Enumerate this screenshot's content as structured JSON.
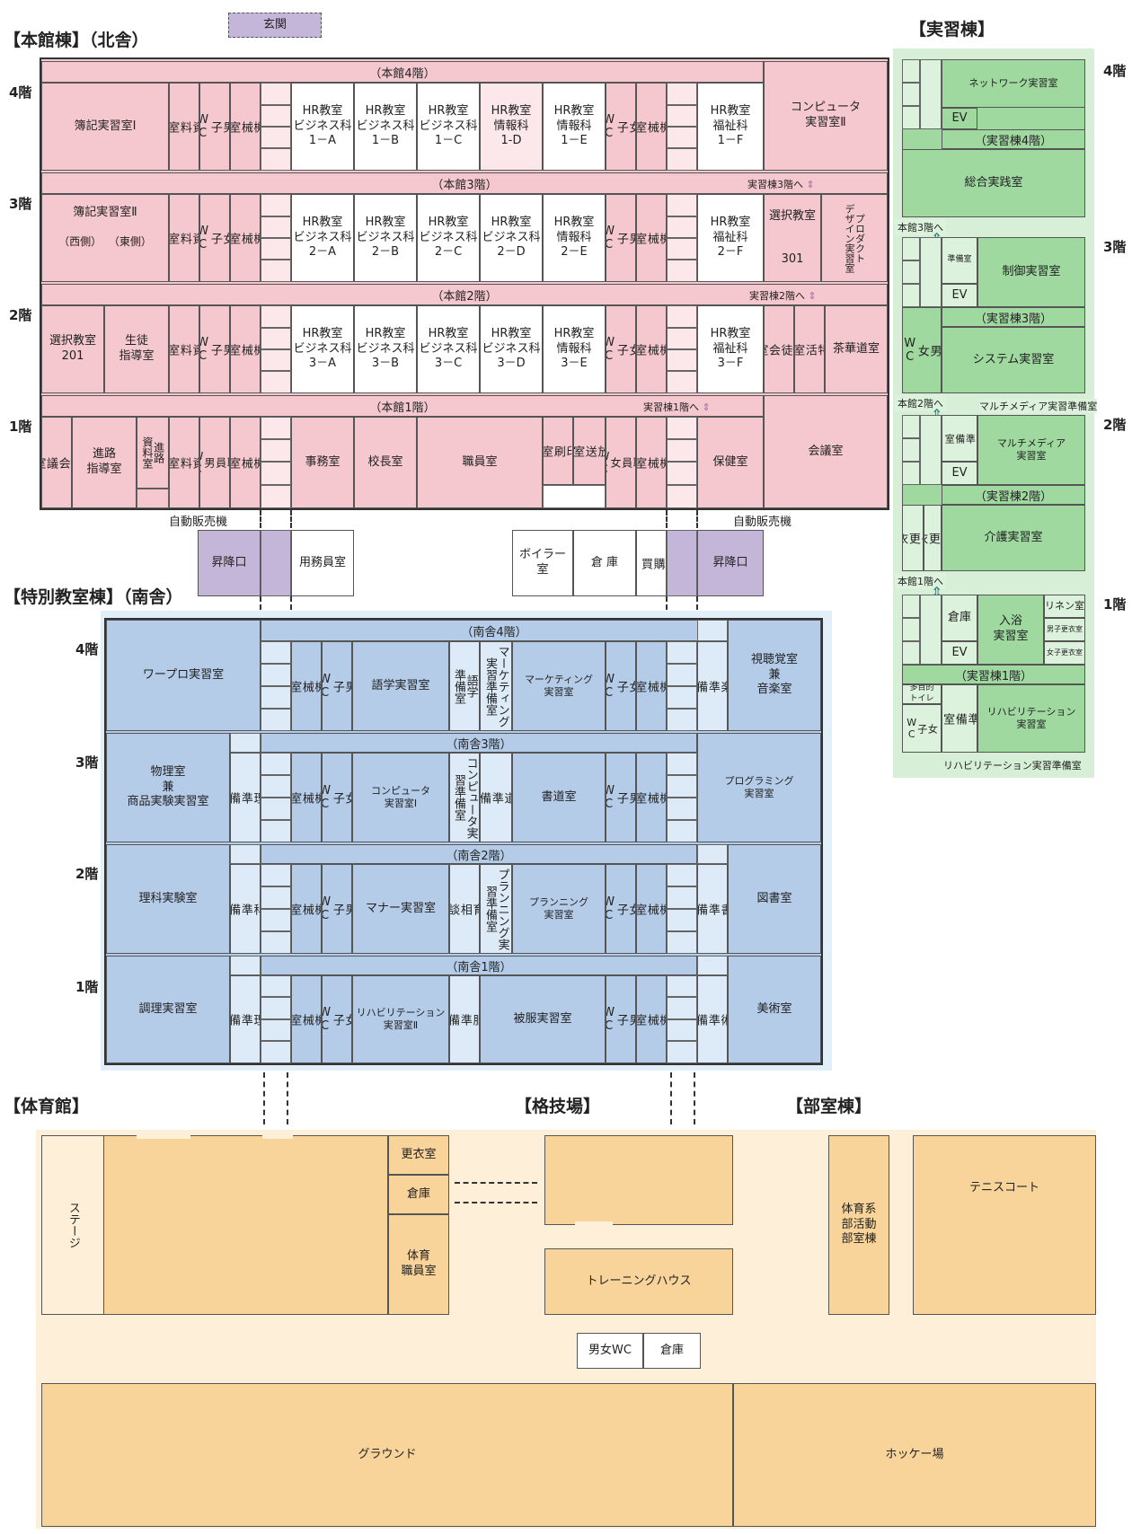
{
  "headings": {
    "main": "【本館棟】（北舎）",
    "practice": "【実習棟】",
    "special": "【特別教室棟】（南舎）",
    "gym": "【体育館】",
    "dojo": "【格技場】",
    "club": "【部室棟】",
    "entrance": "玄関"
  },
  "floors": {
    "f4": "4階",
    "f3": "3階",
    "f2": "2階",
    "f1": "1階"
  },
  "main": {
    "f4": {
      "band": "（本館4階）",
      "boki1": "簿記実習室Ⅰ",
      "shiryo": "資\n料\n室",
      "male_wc": "男\n子\nWC",
      "kikai": "機\n械\n室",
      "hr": [
        {
          "a": "HR教室",
          "b": "ビジネス科",
          "c": "1－A"
        },
        {
          "a": "HR教室",
          "b": "ビジネス科",
          "c": "1－B"
        },
        {
          "a": "HR教室",
          "b": "ビジネス科",
          "c": "1－C"
        },
        {
          "a": "HR教室",
          "b": "情報科",
          "c": "1-D"
        },
        {
          "a": "HR教室",
          "b": "情報科",
          "c": "1－E"
        }
      ],
      "female_wc": "女\n子\nWC",
      "kikai2": "機\n械\n室",
      "hr_f": {
        "a": "HR教室",
        "b": "福祉科",
        "c": "1－F"
      },
      "computer2": "コンピュータ\n実習室Ⅱ"
    },
    "f3": {
      "band": "（本館3階）",
      "link": "実習棟3階へ",
      "boki2": "簿記実習室Ⅱ",
      "west": "（西側）",
      "east": "（東側）",
      "shiryo": "資\n料\n室",
      "female_wc": "女\n子\nWC",
      "kikai": "機\n械\n室",
      "hr": [
        {
          "a": "HR教室",
          "b": "ビジネス科",
          "c": "2－A"
        },
        {
          "a": "HR教室",
          "b": "ビジネス科",
          "c": "2－B"
        },
        {
          "a": "HR教室",
          "b": "ビジネス科",
          "c": "2－C"
        },
        {
          "a": "HR教室",
          "b": "ビジネス科",
          "c": "2－D"
        },
        {
          "a": "HR教室",
          "b": "情報科",
          "c": "2－E"
        }
      ],
      "male_wc": "男\n子\nWC",
      "kikai2": "機\n械\n室",
      "hr_f": {
        "a": "HR教室",
        "b": "福祉科",
        "c": "2－F"
      },
      "sentaku": "選択教室",
      "sentaku_no": "301",
      "product": "プロダクト\nデザイン実習室"
    },
    "f2": {
      "band": "（本館2階）",
      "link": "実習棟2階へ",
      "sentaku201": "選択教室\n201",
      "seito": "生徒\n指導室",
      "shiryo": "資\n料\n室",
      "male_wc": "男\n子\nWC",
      "kikai": "機\n械\n室",
      "hr": [
        {
          "a": "HR教室",
          "b": "ビジネス科",
          "c": "3－A"
        },
        {
          "a": "HR教室",
          "b": "ビジネス科",
          "c": "3－B"
        },
        {
          "a": "HR教室",
          "b": "ビジネス科",
          "c": "3－C"
        },
        {
          "a": "HR教室",
          "b": "ビジネス科",
          "c": "3－D"
        },
        {
          "a": "HR教室",
          "b": "情報科",
          "c": "3－E"
        }
      ],
      "female_wc": "女\n子\nWC",
      "kikai2": "機\n械\n室",
      "hr_f": {
        "a": "HR教室",
        "b": "福祉科",
        "c": "3－F"
      },
      "seitokai": "生\n徒\n会\n室",
      "tokkatsu": "特\n活\n室",
      "sado": "茶華道室"
    },
    "f1": {
      "band": "（本館1階）",
      "link": "実習棟1階へ",
      "kaigi_s": "小\n会\n議\n室",
      "shinro": "進路\n指導室",
      "shinro_shiryo": "進路\n資料室",
      "shiryo": "資\n料\n室",
      "staff_male": "職\n員\n男\nWC",
      "kikai": "機\n械\n室",
      "jimu": "事務室",
      "kocho": "校長室",
      "shokuin": "職員室",
      "insatsu": "印\n刷\n室",
      "hoso": "放\n送\n室",
      "staff_female": "職\n員\n女\nWC",
      "kikai2": "機\n械\n室",
      "hoken": "保健室",
      "kaigi": "会議室"
    },
    "vending1": "自動販売機",
    "vending2": "自動販売機",
    "lift1": "昇降口",
    "yomu": "用務員室",
    "boiler": "ボイラー\n室",
    "soko": "倉 庫",
    "kobai": "購\n買",
    "lift2": "昇降口"
  },
  "special": {
    "f4": {
      "band": "（南舎4階）",
      "wapuro": "ワープロ実習室",
      "kikai": "機\n械\n室",
      "male_wc": "男\n子\nWC",
      "gogaku": "語学実習室",
      "gogaku_jun": "語学\n準備室",
      "marke_jun": "マーケティング\n実習準備室",
      "marketing": "マーケティング\n実習室",
      "female_wc": "女\n子\nWC",
      "kikai2": "機\n械\n室",
      "ongaku_jun": "音\n楽\n準\n備\n室",
      "shichokaku": "視聴覚室\n兼\n音楽室"
    },
    "f3": {
      "band": "（南舎3階）",
      "butsuri": "物理室\n兼\n商品実験実習室",
      "butsuri_jun": "物\n理\n準\n備\n室",
      "kikai": "機\n械\n室",
      "female_wc": "女\n子\nWC",
      "computer1": "コンピュータ\n実習室Ⅰ",
      "comp_jun": "コンピュータ実\n習準備室",
      "shodo_jun": "書\n道\n準\n備\n室",
      "shodo": "書道室",
      "male_wc": "男\n子\nWC",
      "kikai2": "機\n械\n室",
      "programming": "プログラミング\n実習室"
    },
    "f2": {
      "band": "（南舎2階）",
      "rika": "理科実験室",
      "rika_jun": "理\n科\n準\n備\n室",
      "kikai": "機\n械\n室",
      "male_wc": "男\n子\nWC",
      "manner": "マナー実習室",
      "kyoiku": "教\n育\n相\n談\n室",
      "plan_jun": "プランニング実\n習準備室",
      "planning": "プランニング\n実習室",
      "female_wc": "女\n子\nWC",
      "kikai2": "機\n械\n室",
      "tosho_jun": "図\n書\n準\n備\n室",
      "tosho": "図書室"
    },
    "f1": {
      "band": "（南舎1階）",
      "chori": "調理実習室",
      "chori_jun": "調\n理\n準\n備\n室",
      "kikai": "機\n械\n室",
      "female_wc": "女\n子\nWC",
      "rehab2": "リハビリテーション\n実習室Ⅱ",
      "hifuku_jun": "被\n服\n準\n備\n室",
      "hifuku": "被服実習室",
      "male_wc": "男\n子\nWC",
      "kikai2": "機\n械\n室",
      "bijutsu_jun": "美\n術\n準\n備\n室",
      "bijutsu": "美術室"
    }
  },
  "practice": {
    "f4": {
      "network": "ネットワーク実習室",
      "ev": "EV",
      "band": "（実習棟4階）",
      "sogo": "総合実践室"
    },
    "f3": {
      "link": "本館3階へ",
      "junbi": "準備室",
      "ev": "EV",
      "seigyo": "制御実習室",
      "band": "（実習棟3階）",
      "wc": "男\n女\nWC",
      "system": "システム実習室"
    },
    "f2": {
      "link": "本館2階へ",
      "mm_label": "マルチメディア実習準備室",
      "junbi": "準\n備\n室",
      "ev": "EV",
      "multimedia": "マルチメディア\n実習室",
      "band": "（実習棟2階）",
      "kouishitsu_m": "男\n子\n更\n衣\n室",
      "kouishitsu_f": "女\n子\n更\n衣\n室",
      "kaigo": "介護実習室"
    },
    "f1": {
      "link": "本館1階へ",
      "soko": "倉庫",
      "ev": "EV",
      "nyuyoku": "入浴\n実習室",
      "linen": "リネン室",
      "m_kouishitsu": "男子更衣室",
      "f_kouishitsu": "女子更衣室",
      "band": "（実習棟1階）",
      "tamokuteki": "多目的\nトイレ",
      "female_wc": "女\n子\nWC",
      "junbi": "準\n備\n室",
      "rehab": "リハビリテーション\n実習室",
      "rehab_label": "リハビリテーション実習準備室"
    }
  },
  "sports": {
    "stage": "ステージ",
    "kouishitsu": "更衣室",
    "soko": "倉庫",
    "staff": "体育\n職員室",
    "training": "トレーニングハウス",
    "club": "体育系\n部活動\n部室棟",
    "tennis": "テニスコート",
    "wc": "男女WC",
    "soko2": "倉庫",
    "ground": "グラウンド",
    "hockey": "ホッケー場"
  }
}
